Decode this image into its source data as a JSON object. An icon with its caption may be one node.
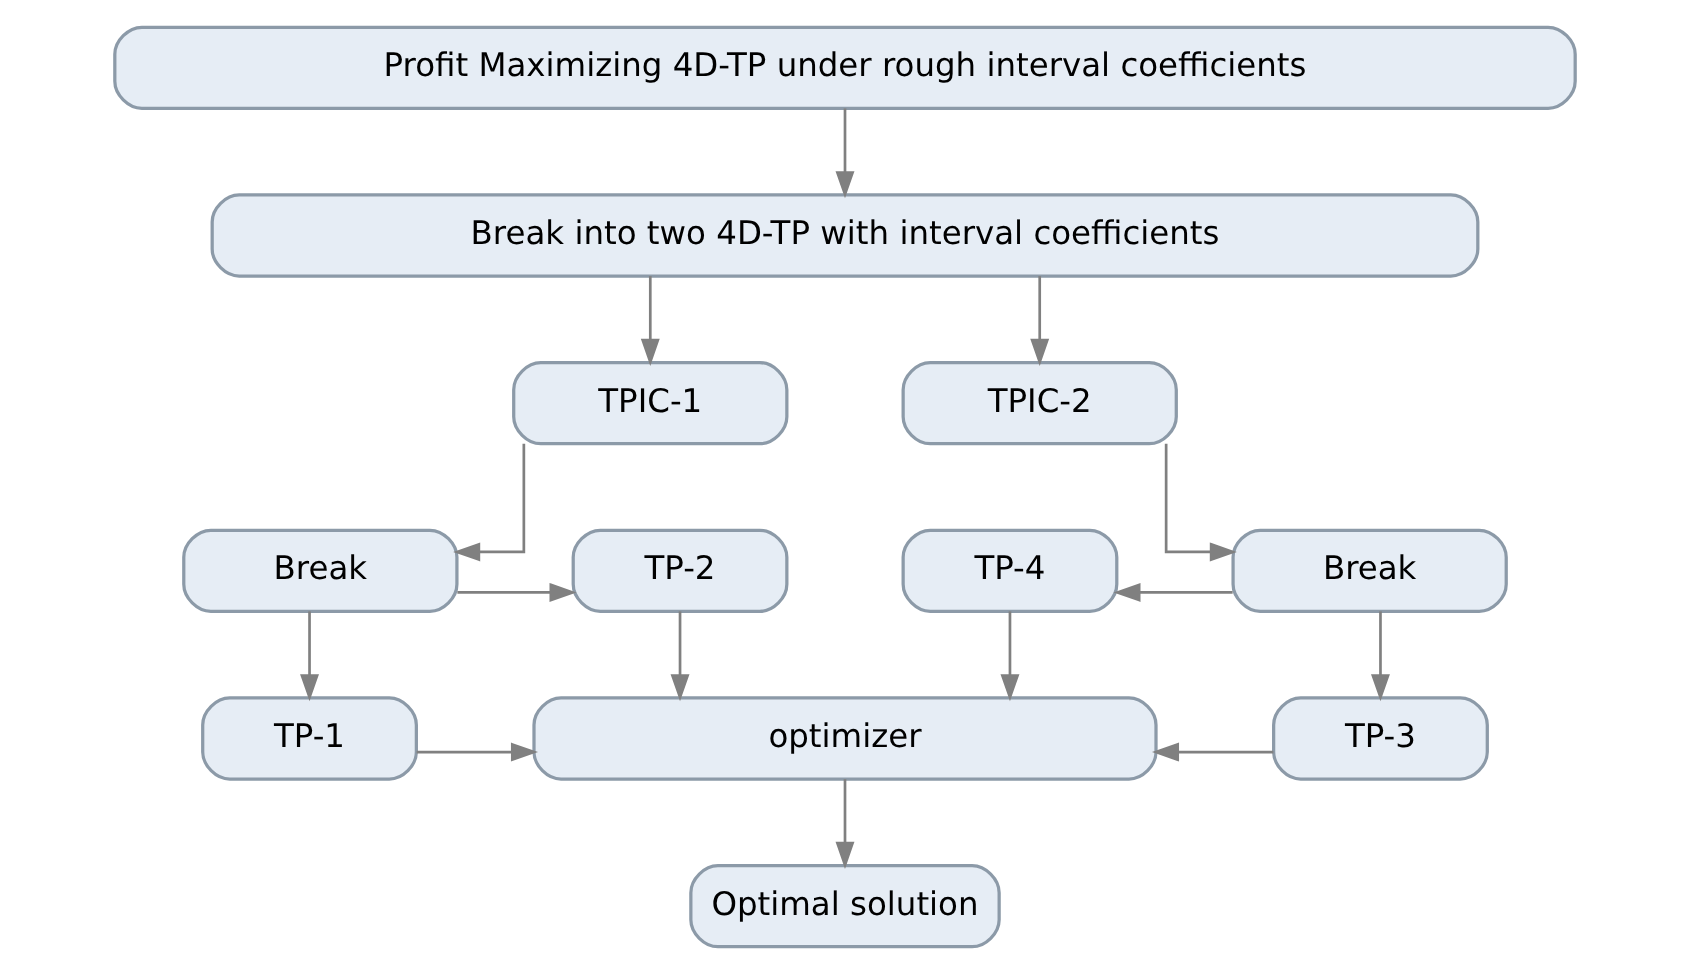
{
  "diagram": {
    "nodes": [
      {
        "text": [
          "Profit Maximizing 4D-TP under rough interval coefficients"
        ]
      },
      {
        "text": [
          "Break into two 4D-TP with interval coefficients"
        ]
      },
      {
        "text": [
          "TPIC-1"
        ]
      },
      {
        "text": [
          "TPIC-2"
        ]
      },
      {
        "text": [
          "Break"
        ]
      },
      {
        "text": [
          "TP-2"
        ]
      },
      {
        "text": [
          "TP-4"
        ]
      },
      {
        "text": [
          "Break"
        ]
      },
      {
        "text": [
          "TP-1"
        ]
      },
      {
        "text": [
          "optimizer"
        ]
      },
      {
        "text": [
          "TP-3"
        ]
      },
      {
        "text": [
          "Optimal solution"
        ]
      }
    ],
    "edges": [
      {
        "from": 0,
        "to": 1,
        "arrow": "to"
      },
      {
        "from": 1,
        "to": 2,
        "arrow": "to"
      },
      {
        "from": 1,
        "to": 3,
        "arrow": "to"
      },
      {
        "from": 2,
        "to": 4,
        "arrow": "to"
      },
      {
        "from": 3,
        "to": 7,
        "arrow": "to"
      },
      {
        "from": 4,
        "to": 5,
        "arrow": "to"
      },
      {
        "from": 4,
        "to": 8,
        "arrow": "to"
      },
      {
        "from": 7,
        "to": 6,
        "arrow": "to"
      },
      {
        "from": 7,
        "to": 10,
        "arrow": "to"
      },
      {
        "from": 5,
        "to": 9,
        "arrow": "to"
      },
      {
        "from": 6,
        "to": 9,
        "arrow": "to"
      },
      {
        "from": 8,
        "to": 9,
        "arrow": "to"
      },
      {
        "from": 10,
        "to": 9,
        "arrow": "to"
      },
      {
        "from": 9,
        "to": 11,
        "arrow": "to"
      }
    ]
  }
}
